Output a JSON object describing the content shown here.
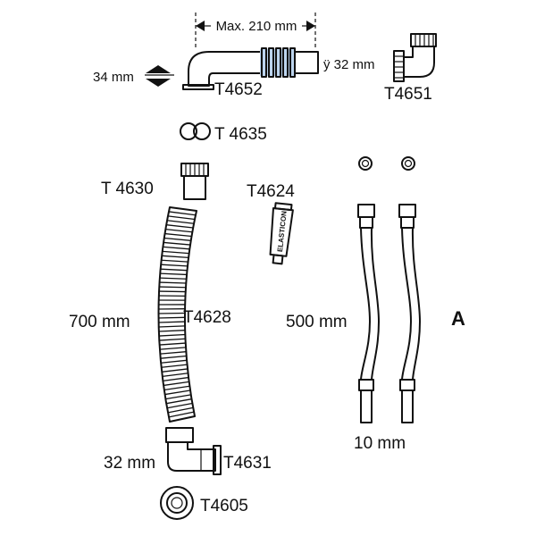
{
  "colors": {
    "ink": "#111111",
    "background": "#ffffff",
    "highlight": "#bcd4ee"
  },
  "dimensions": {
    "max_length": "Max. 210 mm",
    "height_34": "34 mm",
    "diameter_32_top": "ÿ 32 mm",
    "hose_length": "700 mm",
    "pipe_length": "500 mm",
    "pipe_diameter": "10 mm",
    "elbow_diameter": "32 mm"
  },
  "parts": {
    "t4652": "T4652",
    "t4651": "T4651",
    "t4635": "T 4635",
    "t4630": "T 4630",
    "t4624": "T4624",
    "t4628": "T4628",
    "t4631": "T4631",
    "t4605": "T4605"
  },
  "tube_text": "ELASTICON",
  "set_label": "A"
}
